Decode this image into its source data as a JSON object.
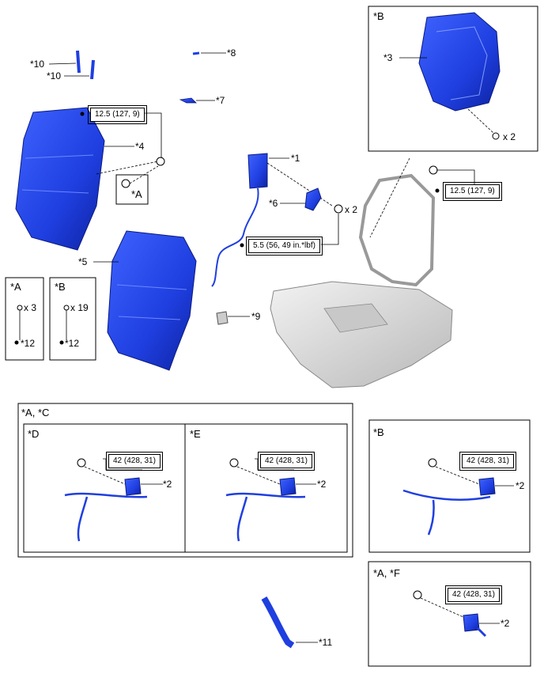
{
  "parts": {
    "p1": "*1",
    "p2": "*2",
    "p3": "*3",
    "p4": "*4",
    "p5": "*5",
    "p6": "*6",
    "p7": "*7",
    "p8": "*8",
    "p9": "*9",
    "p10a": "*10",
    "p10b": "*10",
    "p11": "*11",
    "p12": "*12"
  },
  "torque": {
    "t125": "12.5 (127, 9)",
    "t55": "5.5 (56, 49 in.*lbf)",
    "t42": "42 (428, 31)"
  },
  "qty": {
    "x2": "x 2",
    "x3": "x 3",
    "x19": "x 19"
  },
  "callouts": {
    "a": "*A",
    "b": "*B"
  },
  "panels": {
    "ac": "*A, *C",
    "d": "*D",
    "e": "*E",
    "b": "*B",
    "af": "*A, *F"
  },
  "colors": {
    "part_blue": "#1f3fe0",
    "seat_frame": "#d8d8d8"
  }
}
